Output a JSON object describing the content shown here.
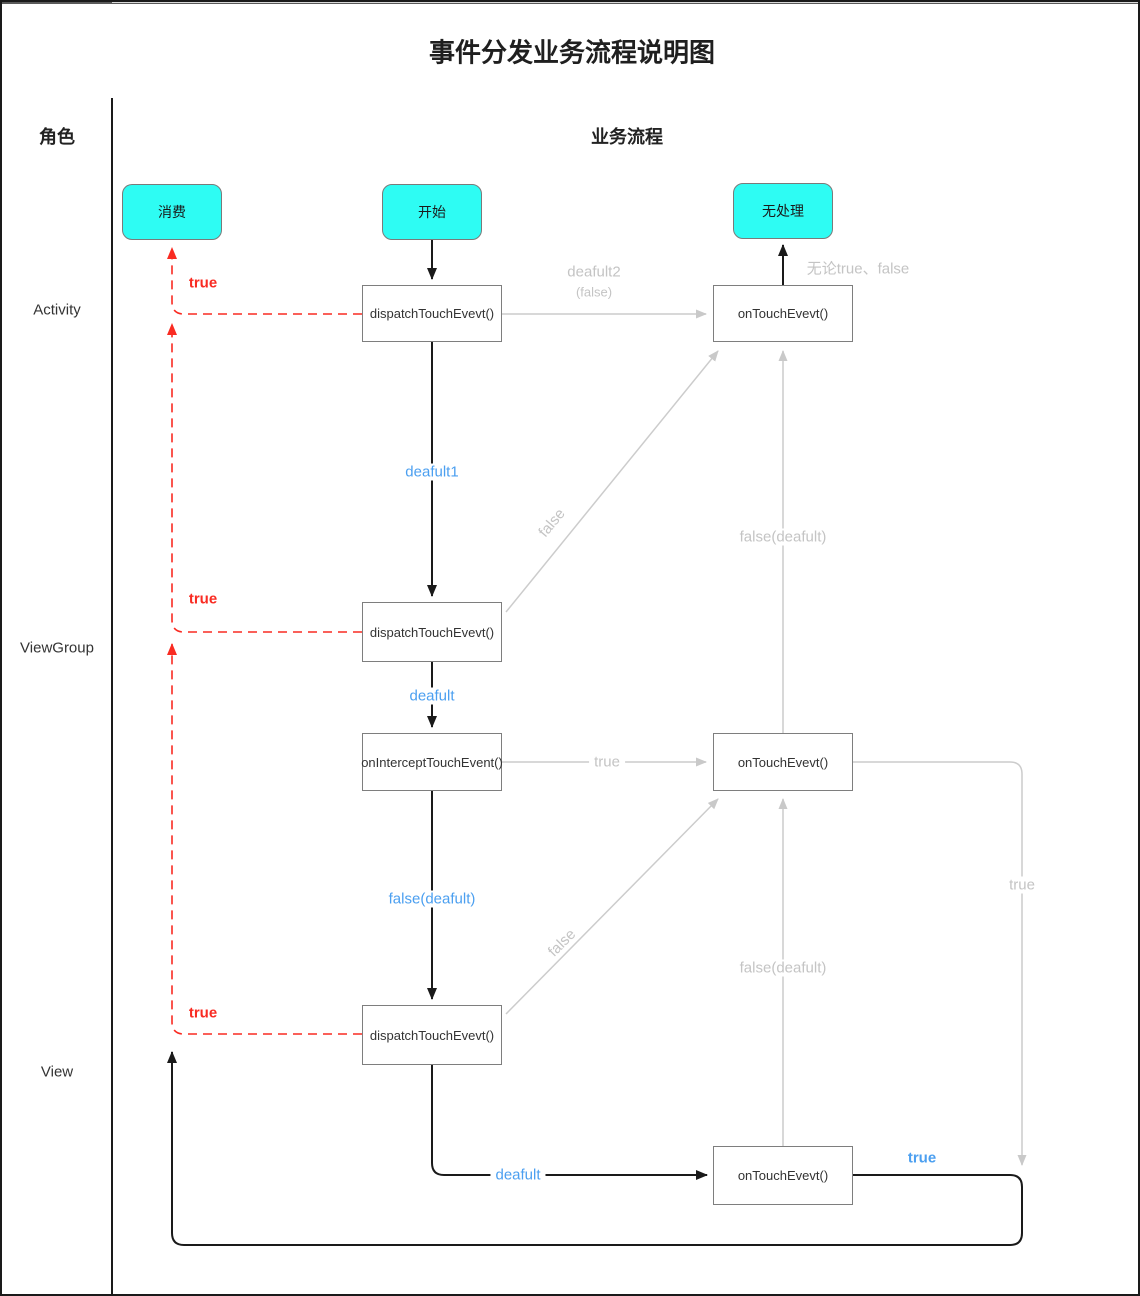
{
  "title": "事件分发业务流程说明图",
  "header": {
    "role_col": "角色",
    "flow_col": "业务流程"
  },
  "lanes": [
    {
      "name": "Activity"
    },
    {
      "name": "ViewGroup"
    },
    {
      "name": "View"
    }
  ],
  "nodes": {
    "consume": "消费",
    "start": "开始",
    "no_handle": "无处理",
    "dispatch_activity": "dispatchTouchEvevt()",
    "ontouch_activity": "onTouchEvevt()",
    "dispatch_viewgroup": "dispatchTouchEvevt()",
    "onintercept_viewgroup": "onInterceptTouchEvent()",
    "ontouch_viewgroup": "onTouchEvevt()",
    "dispatch_view": "dispatchTouchEvevt()",
    "ontouch_view": "onTouchEvevt()"
  },
  "edge_labels": {
    "true_activity": "true",
    "true_viewgroup": "true",
    "true_view": "true",
    "deafult2": "deafult2",
    "deafult2_sub": "(false)",
    "regardless": "无论true、false",
    "deafult1": "deafult1",
    "false_diag_top": "false",
    "false_deafult_top": "false(deafult)",
    "deafult_vg": "deafult",
    "true_gray_mid": "true",
    "false_deafult_blue": "false(deafult)",
    "false_diag_bottom": "false",
    "false_deafult_bottom": "false(deafult)",
    "true_gray_right": "true",
    "deafult_bottom": "deafult",
    "true_blue_bottom": "true"
  },
  "colors": {
    "terminal_fill": "#2EFCF3",
    "red_accent": "#F92B22",
    "blue_accent": "#4B9FF0",
    "gray_line": "#CCCCCC",
    "gray_text": "#C4C4C4",
    "black_line": "#1A1A1A"
  }
}
